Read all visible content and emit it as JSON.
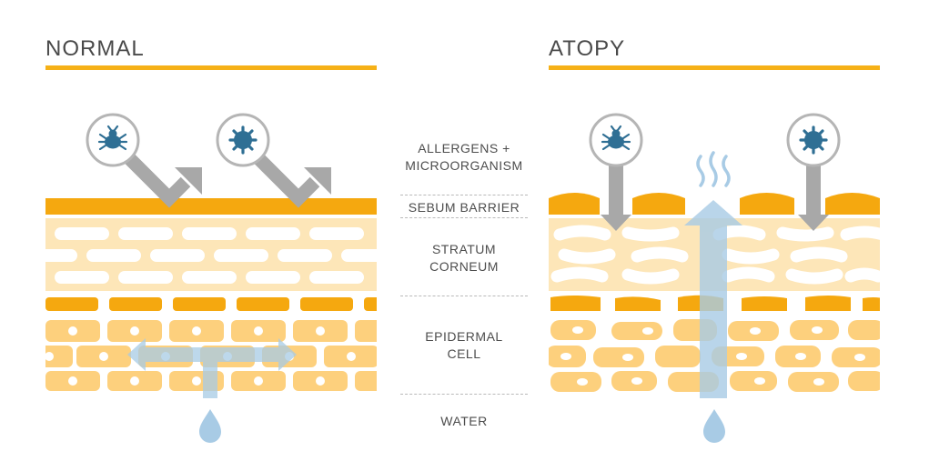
{
  "panels": {
    "normal": {
      "title": "NORMAL"
    },
    "atopy": {
      "title": "ATOPY"
    }
  },
  "layers": {
    "allergens": "ALLERGENS +\nMICROORGANISM",
    "sebum": "SEBUM BARRIER",
    "stratum": "STRATUM\nCORNEUM",
    "epidermal": "EPIDERMAL\nCELL",
    "water": "WATER"
  },
  "icons": {
    "allergen_mite": "mite-icon",
    "allergen_microbe": "microbe-icon",
    "water_drop": "water-drop-icon",
    "evaporation": "evaporation-icon"
  },
  "colors": {
    "accent_orange": "#f6b117",
    "sebum_orange": "#f5a80f",
    "stratum_cream": "#fde6b8",
    "cell_yellow": "#fdd07d",
    "water_blue": "#a8cbe5",
    "allergen_blue": "#2f6f94",
    "arrow_gray": "#a8a8a8",
    "title_gray": "#4a4a4a"
  }
}
